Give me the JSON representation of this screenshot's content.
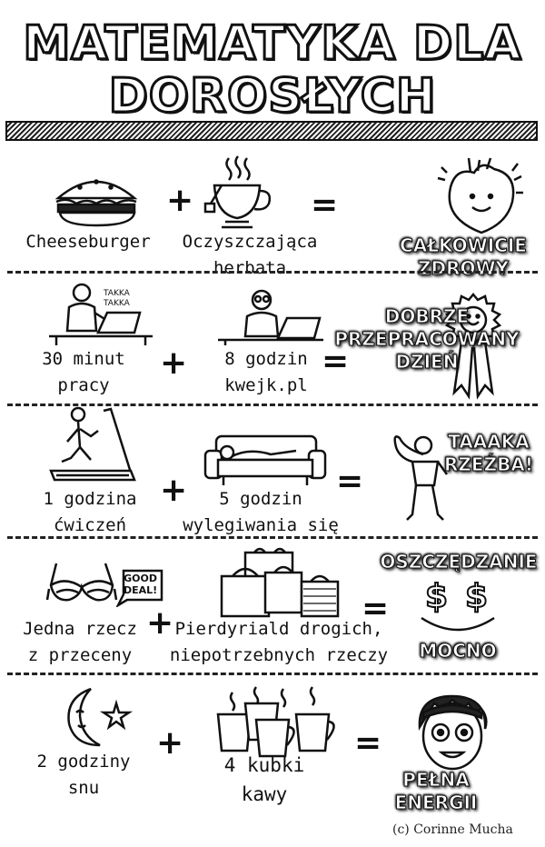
{
  "title": {
    "line1": "MATEMATYKA DLA",
    "line2": "DOROSŁYCH"
  },
  "rows": [
    {
      "a_icon": "cheeseburger-icon",
      "a_label": "Cheeseburger",
      "op1": "+",
      "b_icon": "tea-cup-icon",
      "b_label": "Oczyszczająca\nherbata",
      "op2": "=",
      "result_icon": "heart-icon",
      "result": "CAŁKOWICIE\nZDROWY"
    },
    {
      "a_icon": "person-working-icon",
      "a_label": "30 minut\npracy",
      "a_caption": "TAKKA\nTAKKA",
      "op1": "+",
      "b_icon": "person-browsing-icon",
      "b_label": "8 godzin\nkwejk.pl",
      "op2": "=",
      "result_icon": "ribbon-award-icon",
      "result": "DOBRZE\nPRZEPRACOWANY\nDZIEŃ"
    },
    {
      "a_icon": "treadmill-icon",
      "a_label": "1 godzina\nćwiczeń",
      "op1": "+",
      "b_icon": "couch-icon",
      "b_label": "5 godzin\nwylegiwania się",
      "op2": "=",
      "result_icon": "muscle-man-icon",
      "result": "TAAAKA\nRZEŹBA!"
    },
    {
      "a_icon": "bra-deal-icon",
      "a_label": "Jedna rzecz\nz przeceny",
      "a_caption": "GOOD\nDEAL!",
      "op1": "+",
      "b_icon": "shopping-bags-icon",
      "b_label": "Pierdyriald drogich,\nniepotrzebnych rzeczy",
      "op2": "=",
      "result_icon": "dollar-face-icon",
      "result": "OSZCZĘDZANIE",
      "result2": "MOCNO"
    },
    {
      "a_icon": "moon-star-icon",
      "a_label": "2 godziny\nsnu",
      "op1": "+",
      "b_icon": "coffee-cups-icon",
      "b_label": "4 kubki\nkawy",
      "op2": "=",
      "result_icon": "wide-eyed-face-icon",
      "result": "PEŁNA\nENERGII"
    }
  ],
  "credit": "(c) Corinne Mucha",
  "colors": {
    "ink": "#111111",
    "paper": "#ffffff"
  }
}
